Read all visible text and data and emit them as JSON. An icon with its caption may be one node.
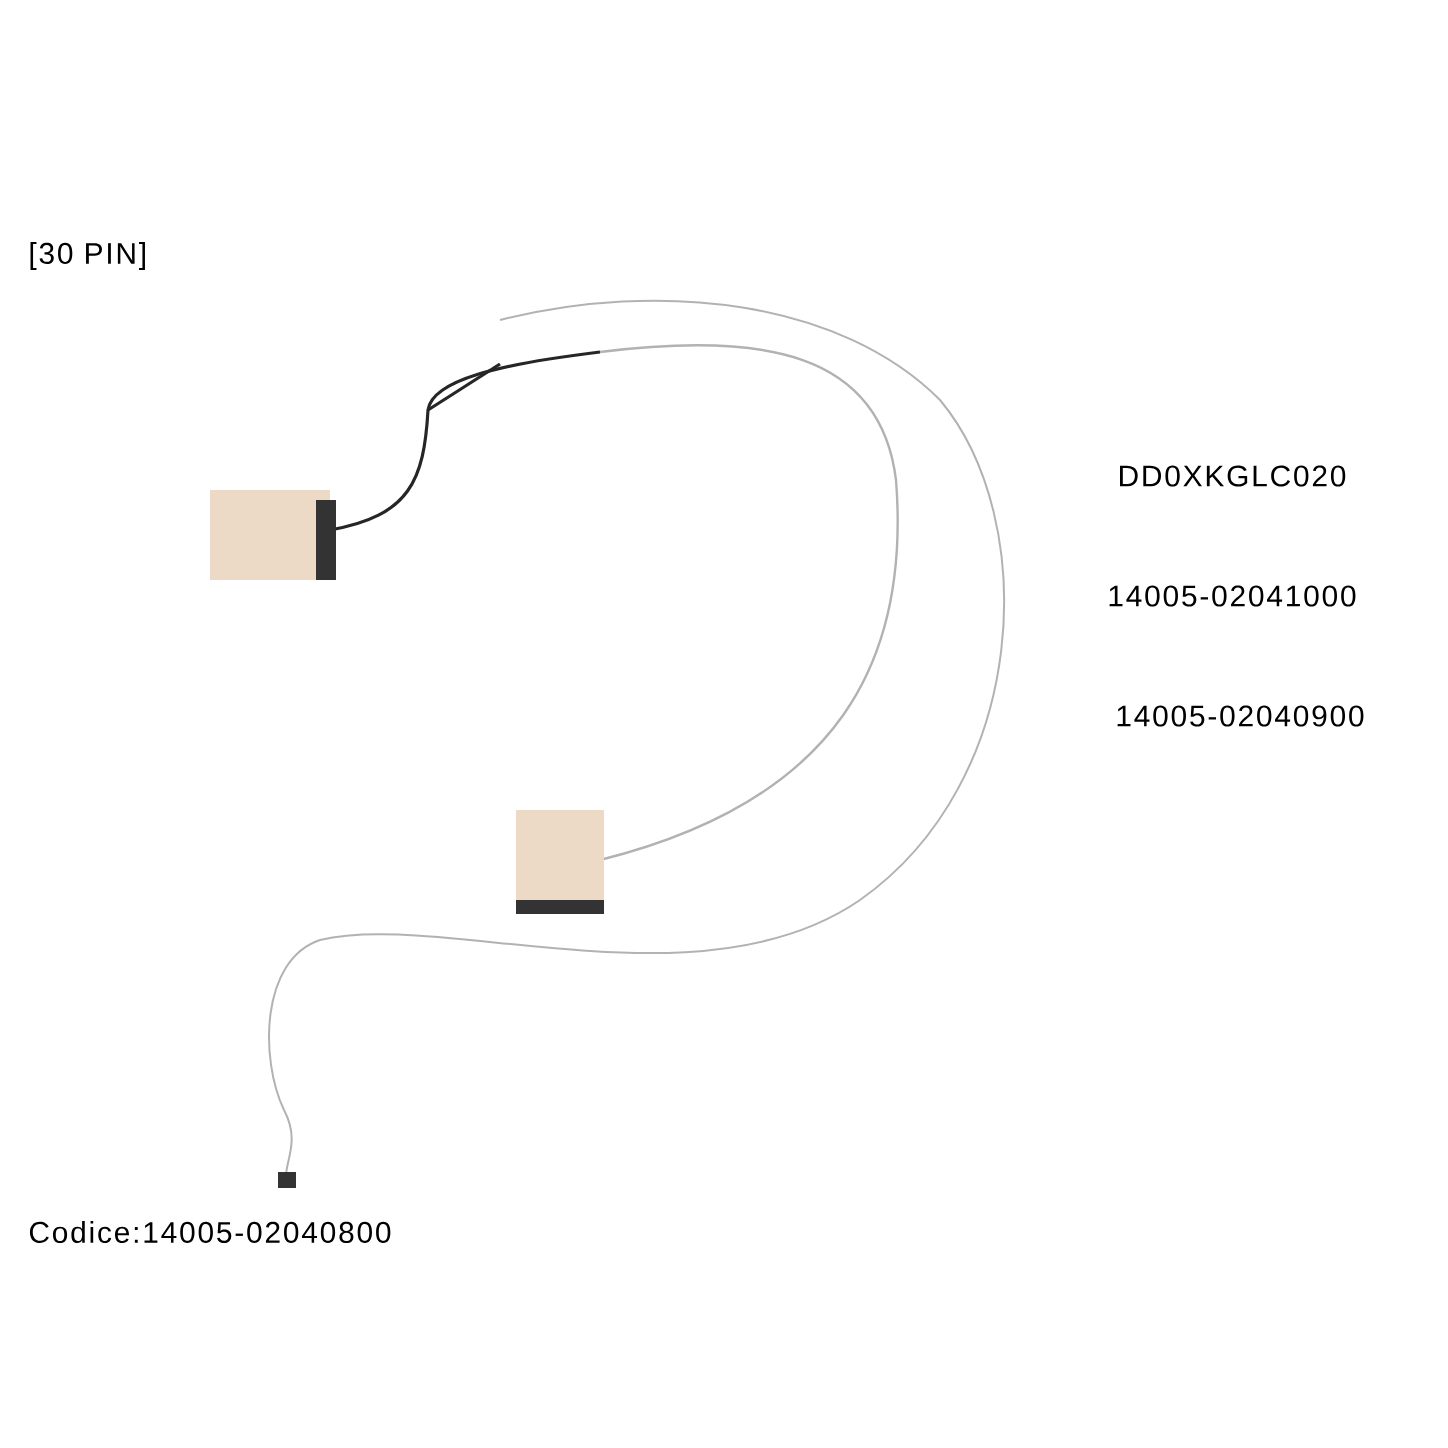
{
  "diagram": {
    "labels": [
      "[30 PIN]",
      "DD0XKGLC020",
      "14005-02041000",
      "14005-02040900",
      "Codice:14005-02040800"
    ]
  }
}
